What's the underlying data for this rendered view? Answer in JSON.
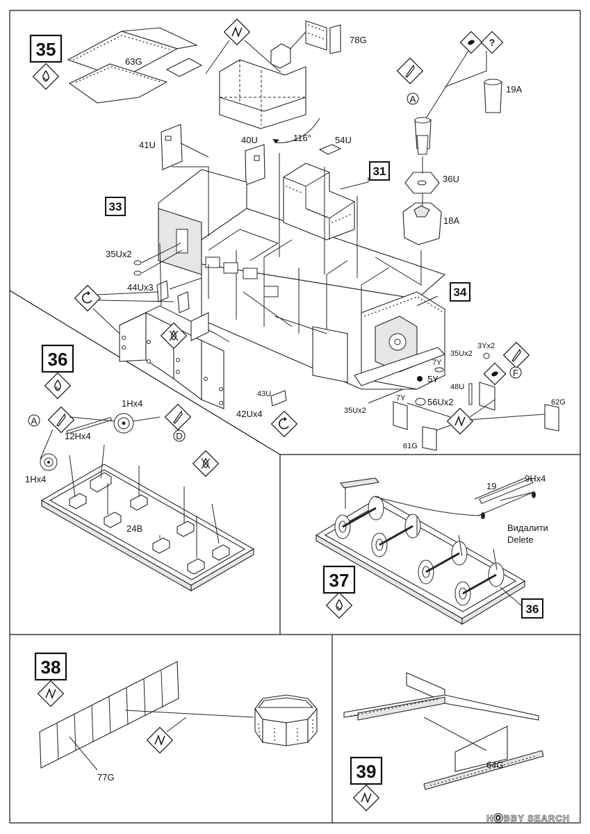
{
  "steps": {
    "s35": {
      "number": "35",
      "parts": [
        "63G",
        "78G",
        "41U",
        "40U",
        "54U",
        "19A",
        "36U",
        "18A",
        "35Ux2",
        "44Ux3",
        "43U",
        "42Ux4",
        "35Ux2",
        "3Yx2",
        "5Y",
        "7Y",
        "7Y",
        "56Ux2",
        "48U",
        "62G",
        "61G"
      ],
      "angle": "116°",
      "callouts": [
        "A",
        "F"
      ],
      "refs": [
        "33",
        "31",
        "34"
      ]
    },
    "s36": {
      "number": "36",
      "parts": [
        "1Hx4",
        "12Hx4",
        "1Hx4",
        "24B"
      ],
      "callouts": [
        "A",
        "D"
      ]
    },
    "s37": {
      "number": "37",
      "parts": [
        "9Hx4"
      ],
      "dimension": "19",
      "delete_ua": "Видалити",
      "delete_en": "Delete",
      "refs": [
        "36"
      ]
    },
    "s38": {
      "number": "38",
      "parts": [
        "77G"
      ]
    },
    "s39": {
      "number": "39",
      "parts": [
        "64G"
      ]
    }
  },
  "watermark": "H🅞BBY SEARCH",
  "icons": {
    "glue": "glue-drop-icon",
    "bend": "bend-zigzag-icon",
    "knife": "hobby-knife-icon",
    "rotate": "rotate-arrow-icon",
    "optional": "question-icon",
    "paint": "paint-icon",
    "noglue": "do-not-glue-icon"
  }
}
